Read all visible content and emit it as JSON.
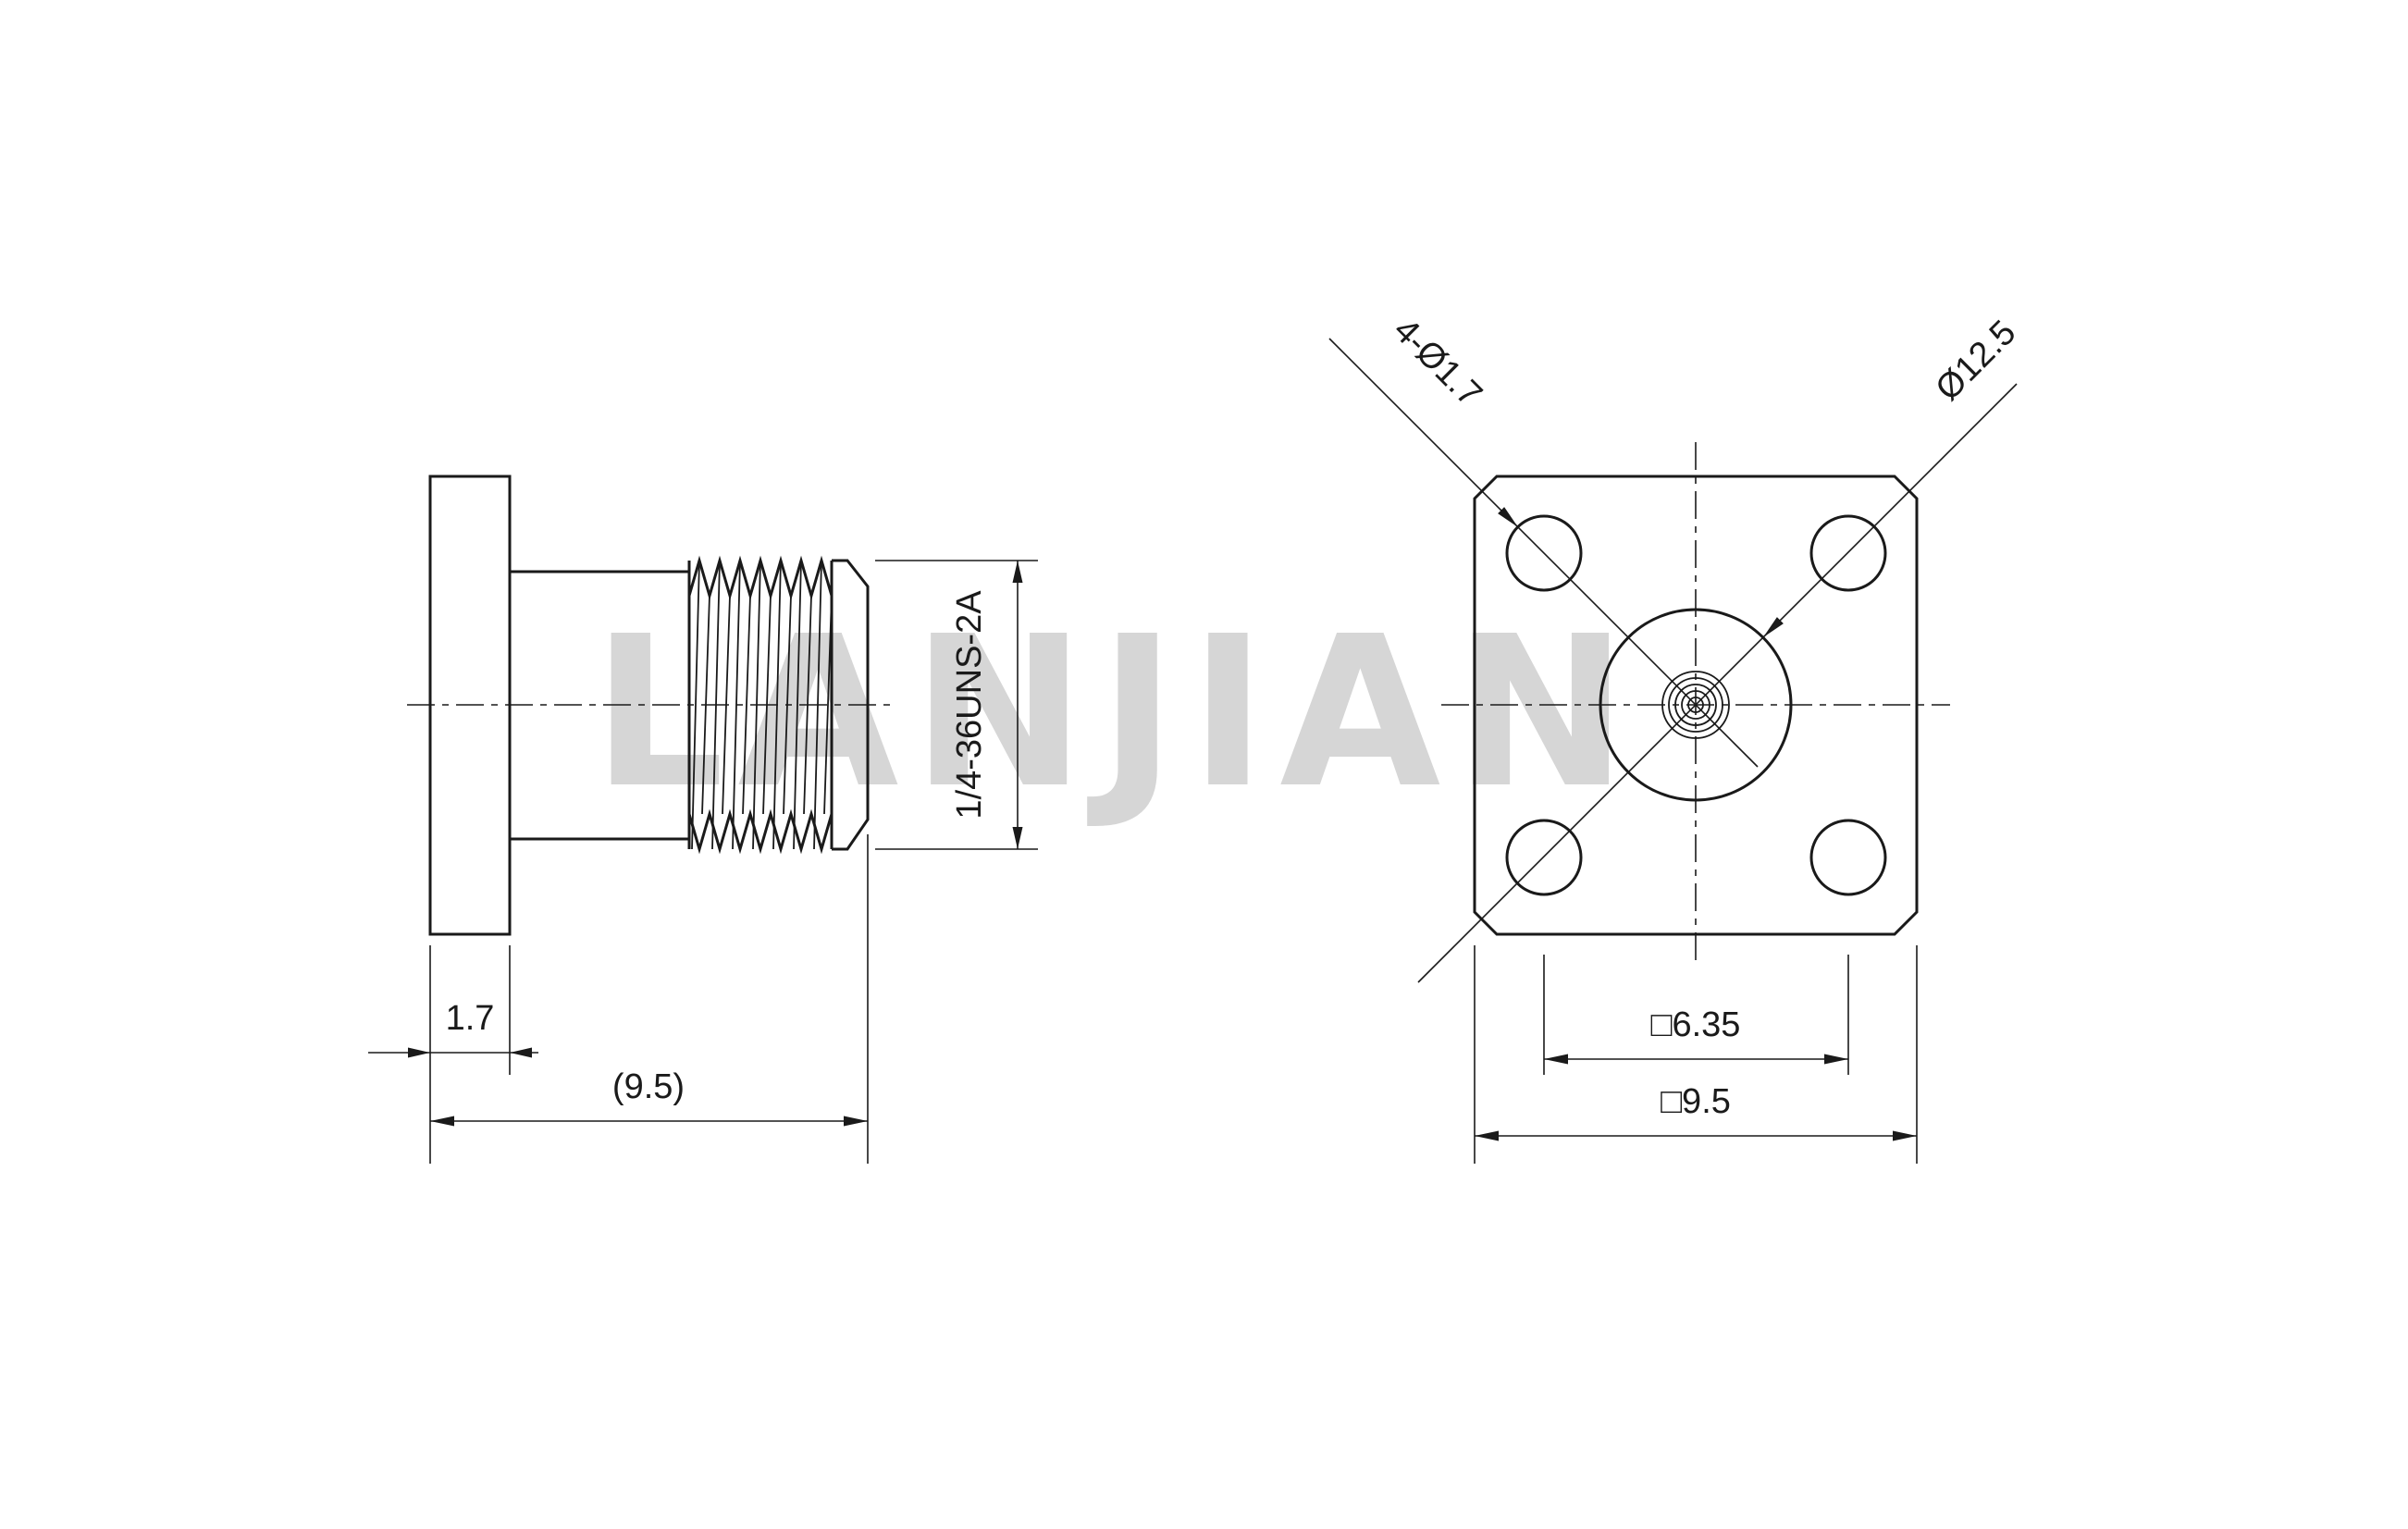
{
  "colors": {
    "line": "#1a1a1a",
    "watermark": "#d6d6d6",
    "bg": "#ffffff"
  },
  "watermark": {
    "text": "LANJIAN"
  },
  "side_view": {
    "thread_label": "1/4-36UNS-2A",
    "flange_thickness": "1.7",
    "overall_length": "(9.5)"
  },
  "front_view": {
    "holes_label": "4-Ø1.7",
    "diameter_label": "Ø12.5",
    "hole_spacing": "□6.35",
    "flange_size": "□9.5"
  }
}
